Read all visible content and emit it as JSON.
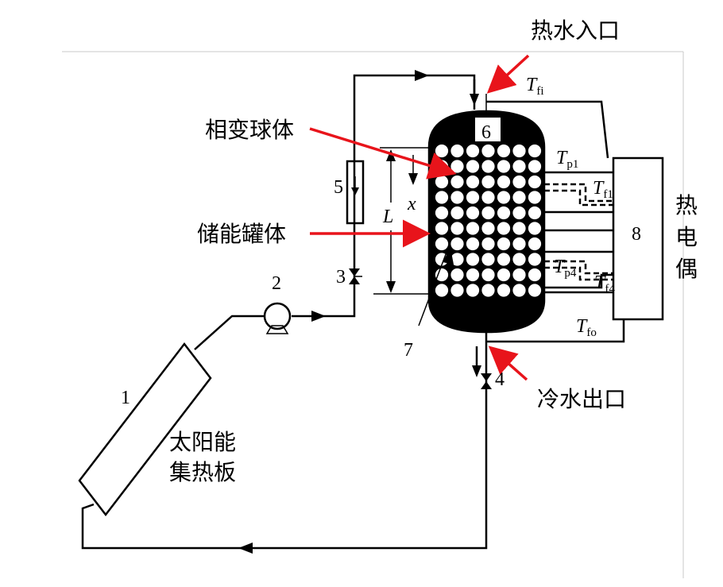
{
  "labels": {
    "hot_inlet": "热水入口",
    "pcm_spheres": "相变球体",
    "tank": "储能罐体",
    "cold_outlet": "冷水出口",
    "solar_collector_line1": "太阳能",
    "solar_collector_line2": "集热板",
    "thermocouple": [
      "热",
      "电",
      "偶"
    ]
  },
  "numbers": {
    "n1": "1",
    "n2": "2",
    "n3": "3",
    "n4": "4",
    "n5": "5",
    "n6": "6",
    "n7": "7",
    "n8": "8"
  },
  "symbols": {
    "L": "L",
    "x": "x",
    "T": "T",
    "fi": "fi",
    "p1": "p1",
    "f1": "f1",
    "p4": "p4",
    "f4": "f4",
    "fo": "fo"
  },
  "colors": {
    "line": "#000000",
    "arrow_red": "#e8141b",
    "background": "#ffffff"
  }
}
